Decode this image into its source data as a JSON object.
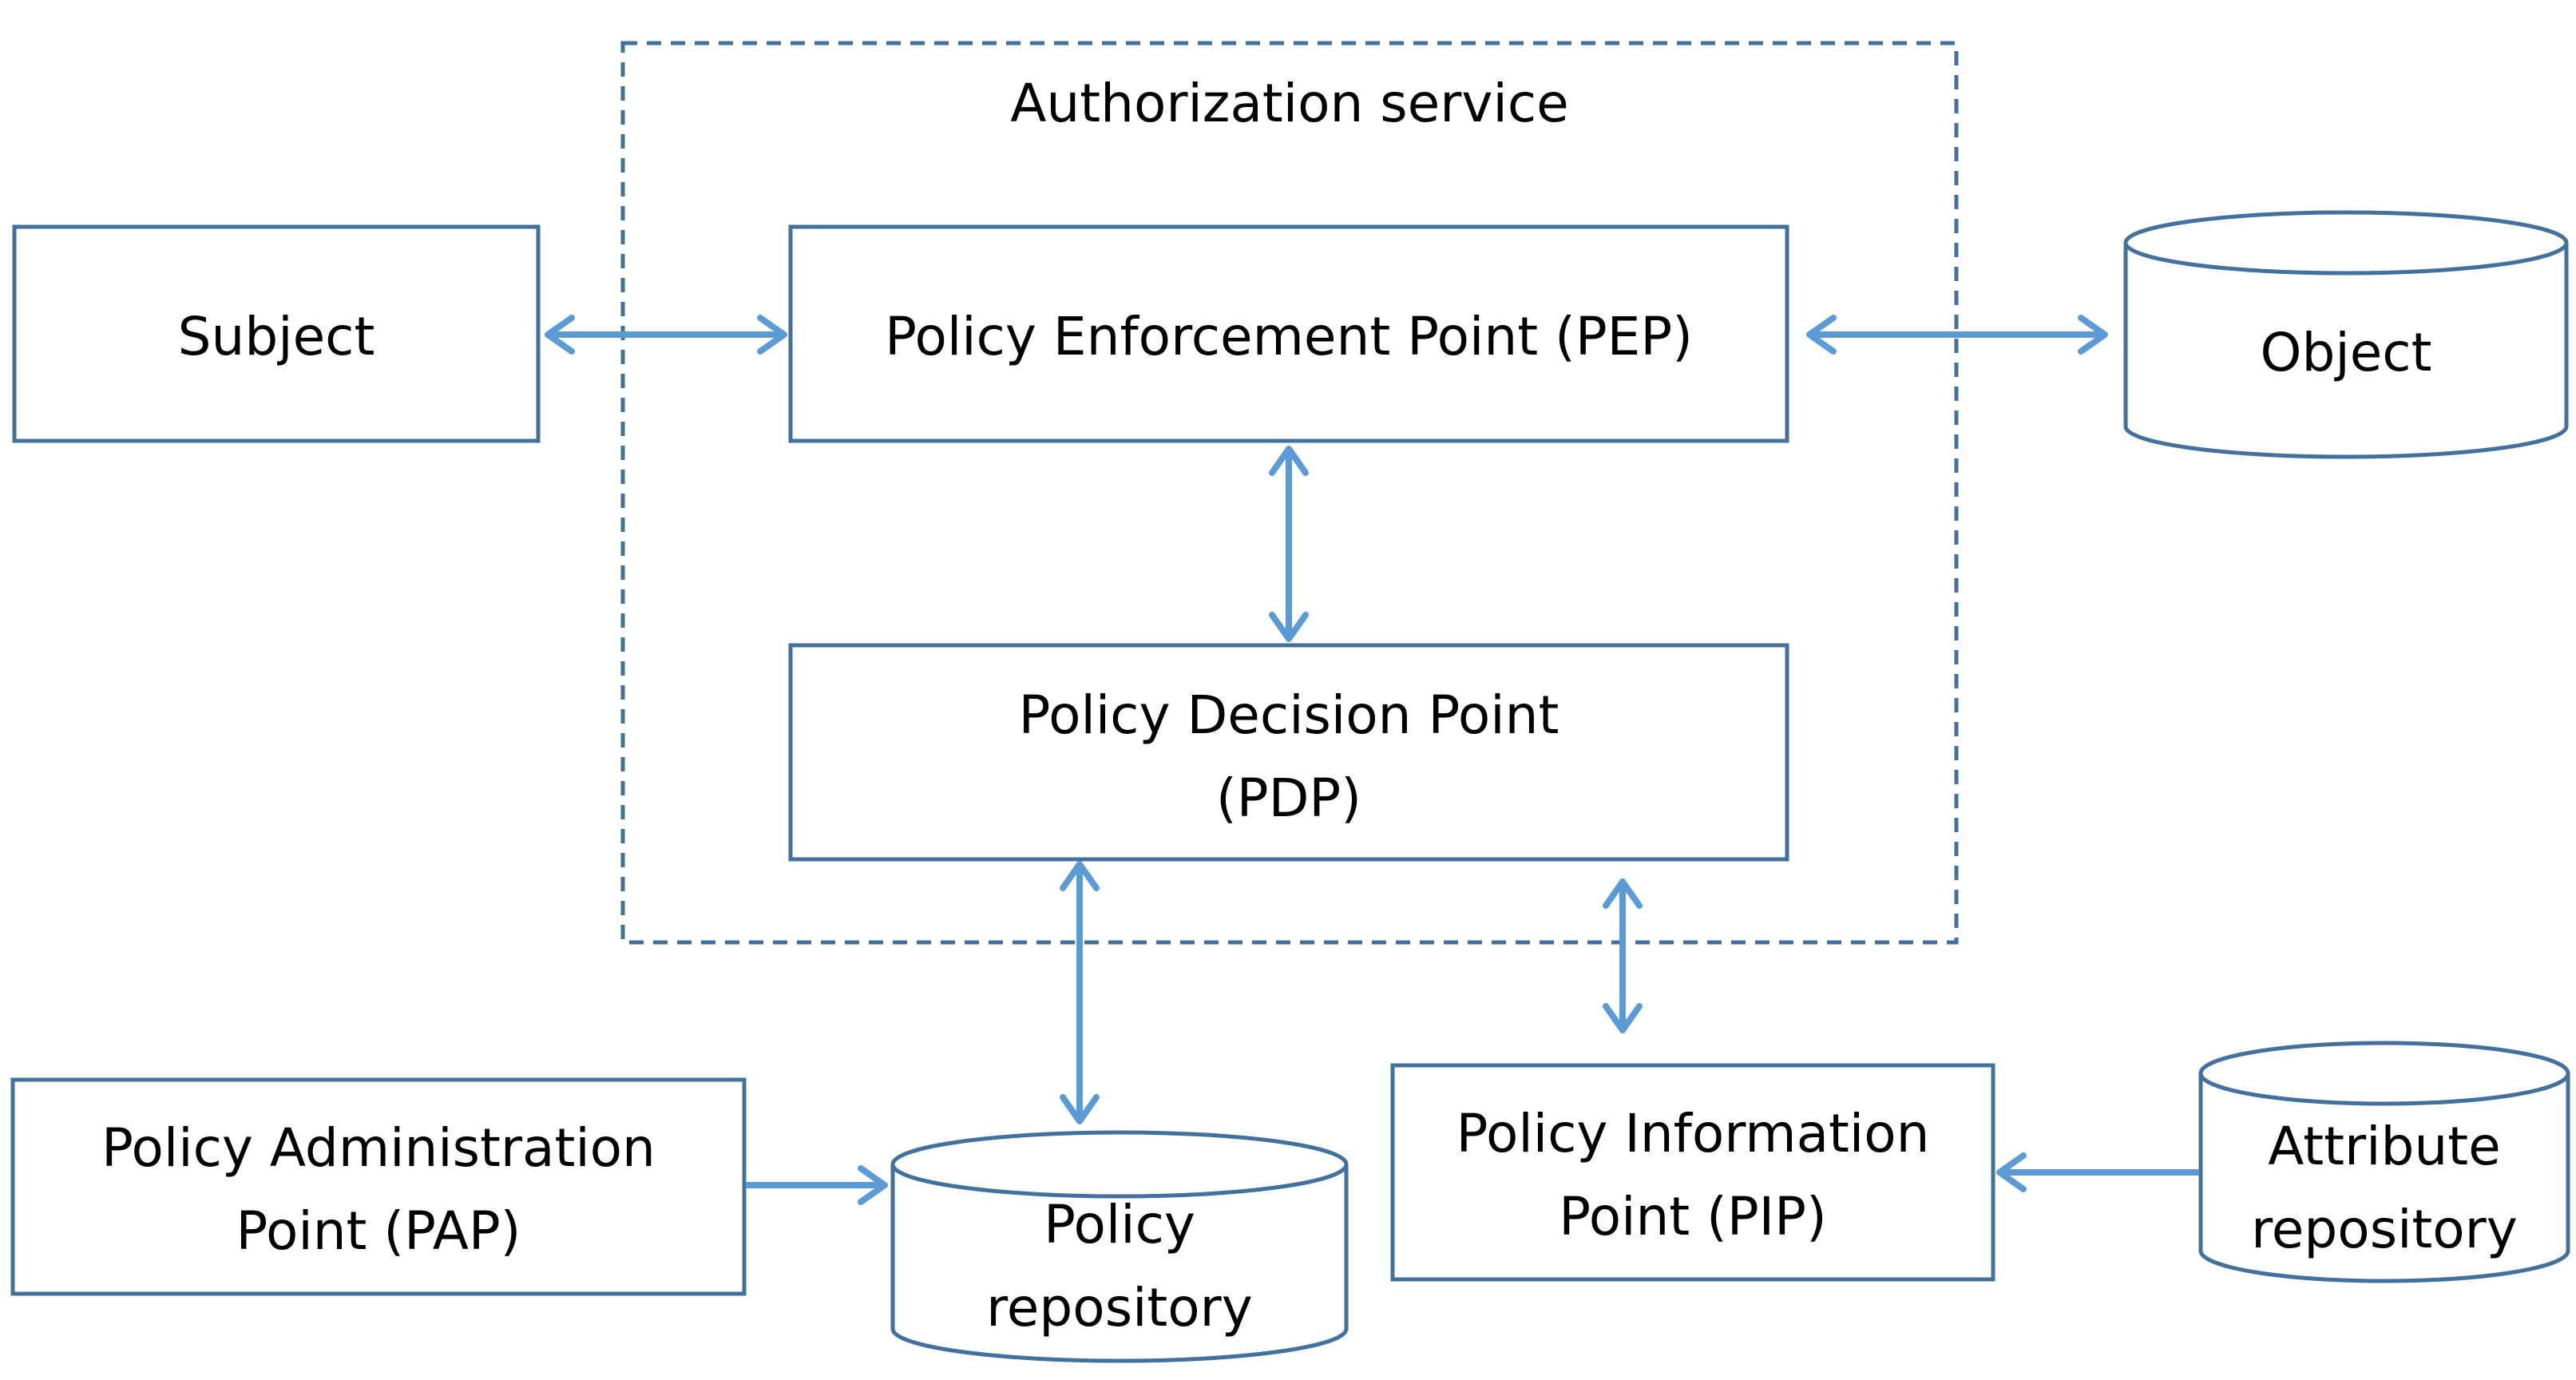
{
  "diagram": {
    "container": {
      "title": "Authorization service"
    },
    "nodes": {
      "subject": {
        "label": "Subject"
      },
      "pep": {
        "label": "Policy Enforcement Point (PEP)"
      },
      "object": {
        "label": "Object"
      },
      "pdp": {
        "line1": "Policy Decision Point",
        "line2": "(PDP)"
      },
      "pap": {
        "line1": "Policy Administration",
        "line2": "Point (PAP)"
      },
      "policy_repo": {
        "line1": "Policy",
        "line2": "repository"
      },
      "pip": {
        "line1": "Policy Information",
        "line2": "Point (PIP)"
      },
      "attr_repo": {
        "line1": "Attribute",
        "line2": "repository"
      }
    },
    "edges": [
      {
        "from": "Subject",
        "to": "Policy Enforcement Point (PEP)",
        "direction": "both"
      },
      {
        "from": "Policy Enforcement Point (PEP)",
        "to": "Object",
        "direction": "both"
      },
      {
        "from": "Policy Enforcement Point (PEP)",
        "to": "Policy Decision Point (PDP)",
        "direction": "both"
      },
      {
        "from": "Policy Decision Point (PDP)",
        "to": "Policy repository",
        "direction": "both"
      },
      {
        "from": "Policy Decision Point (PDP)",
        "to": "Policy Information Point (PIP)",
        "direction": "both"
      },
      {
        "from": "Policy Administration Point (PAP)",
        "to": "Policy repository",
        "direction": "forward"
      },
      {
        "from": "Attribute repository",
        "to": "Policy Information Point (PIP)",
        "direction": "forward"
      }
    ],
    "colors": {
      "border": "#41719C",
      "connector": "#5B9BD5",
      "text": "#000000",
      "background": "#FFFFFF"
    }
  }
}
